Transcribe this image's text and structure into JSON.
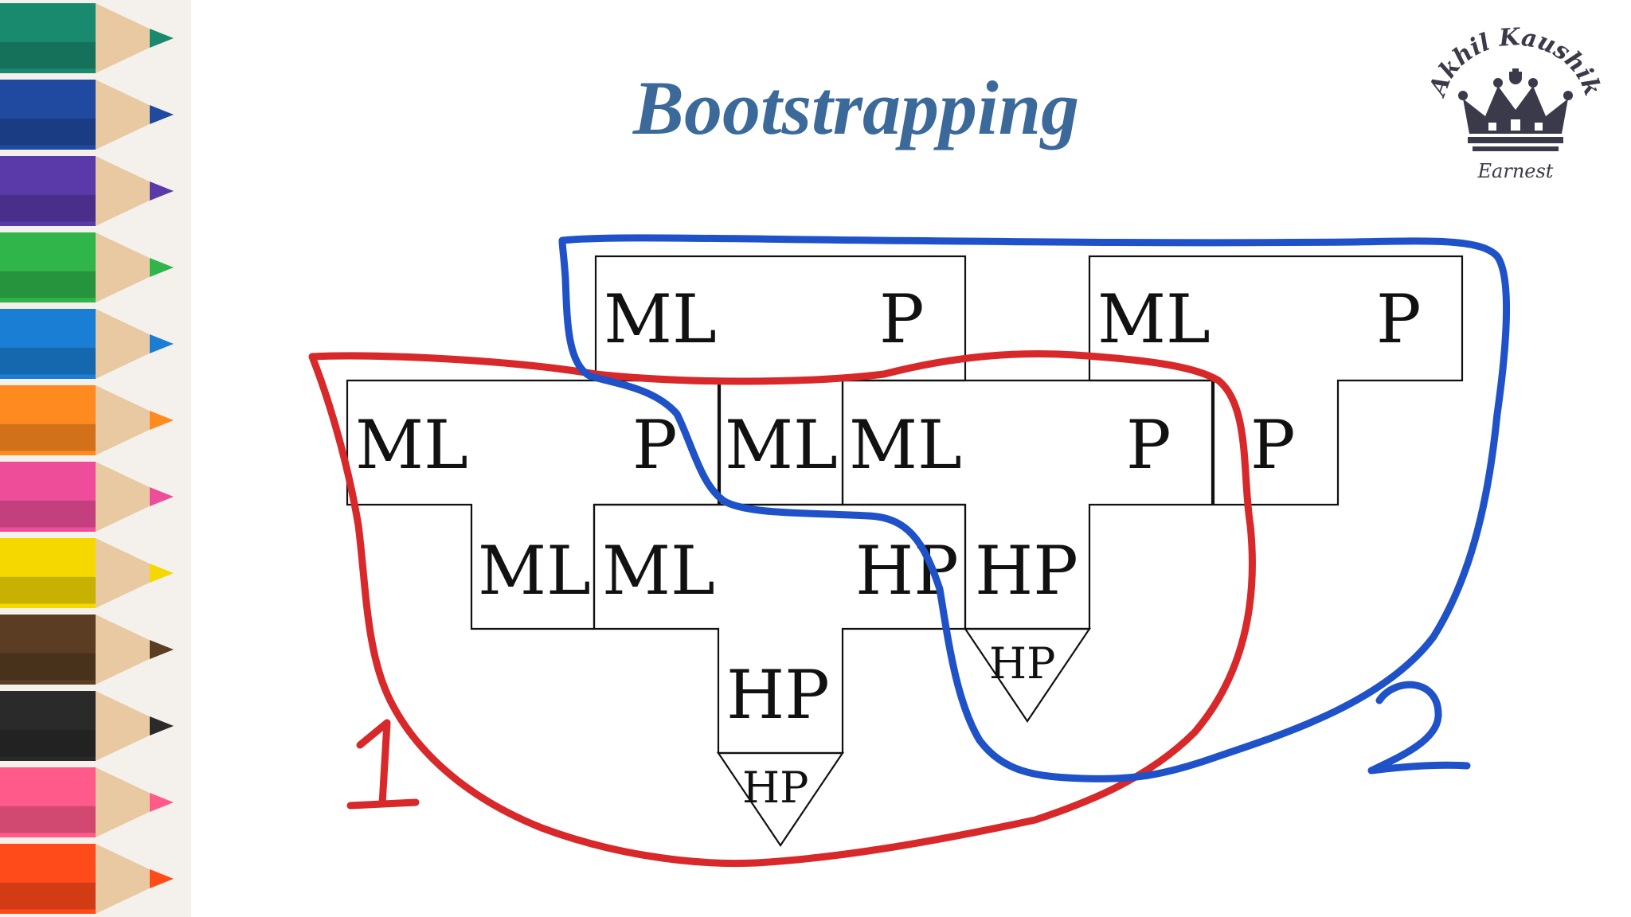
{
  "slide": {
    "title": "Bootstrapping",
    "logo": {
      "icon": "crown-icon",
      "name": "Akhil Kaushik",
      "tagline": "Earnest"
    },
    "decoration": {
      "icon": "colored-pencils-strip",
      "pencil_colors": [
        "#1a8a6e",
        "#1f4aa0",
        "#5a3aa8",
        "#2fb54a",
        "#1a7fd4",
        "#ff8a1f",
        "#ee4d9a",
        "#f5d800",
        "#5a3d22",
        "#2a2a2a",
        "#ff5a8a",
        "#ff4a1a"
      ]
    },
    "diagram": {
      "labels": {
        "ml": "ML",
        "p": "P",
        "hp": "HP"
      },
      "annotations": {
        "group_1": "1",
        "group_2": "2"
      },
      "colors": {
        "group_1": "#d8282a",
        "group_2": "#1f52c8",
        "lines": "#111111"
      }
    }
  }
}
